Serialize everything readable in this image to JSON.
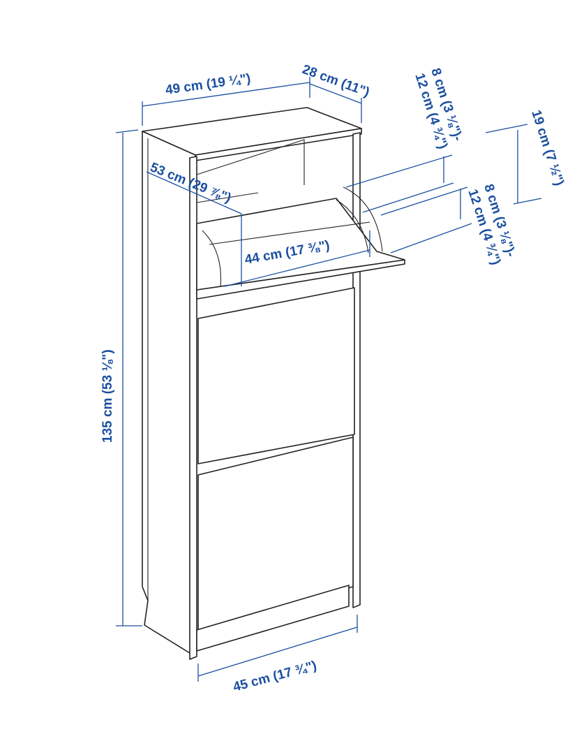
{
  "diagram": {
    "colors": {
      "dimension": "#1a4fa0",
      "outline": "#222222",
      "background": "#ffffff"
    },
    "dimensions": {
      "top_width": "49 cm (19 ¼\")",
      "top_depth": "28 cm (11\")",
      "height": "135 cm (53 ⅛\")",
      "base_width": "45 cm (17 ¾\")",
      "door_open_diagonal": "53 cm (29 ⅞\")",
      "inner_width": "44 cm (17 ⅜\")",
      "compartment_1": "8 cm (3 ⅛\")-\n12 cm (4 ¾\")",
      "compartment_2": "8 cm (3 ⅛\")-\n12 cm (4 ¾\")",
      "door_height": "19 cm (7 ½\")"
    }
  }
}
